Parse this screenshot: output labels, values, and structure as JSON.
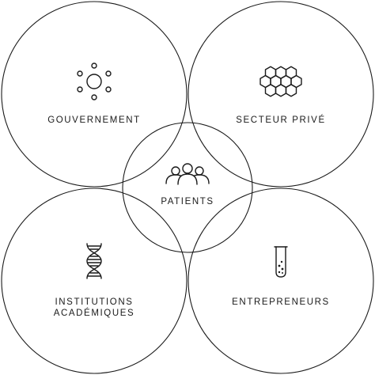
{
  "nodes": {
    "gouvernement": {
      "label": "GOUVERNEMENT",
      "icon": "sun-icon"
    },
    "secteur_prive": {
      "label": "SECTEUR PRIVÉ",
      "icon": "hexagon-cluster-icon"
    },
    "patients": {
      "label": "PATIENTS",
      "icon": "people-group-icon"
    },
    "institutions": {
      "label_line1": "INSTITUTIONS",
      "label_line2": "ACADÉMIQUES",
      "icon": "dna-icon"
    },
    "entrepreneurs": {
      "label": "ENTREPRENEURS",
      "icon": "test-tube-icon"
    }
  },
  "colors": {
    "stroke": "#1a1a1a",
    "background": "#ffffff"
  }
}
